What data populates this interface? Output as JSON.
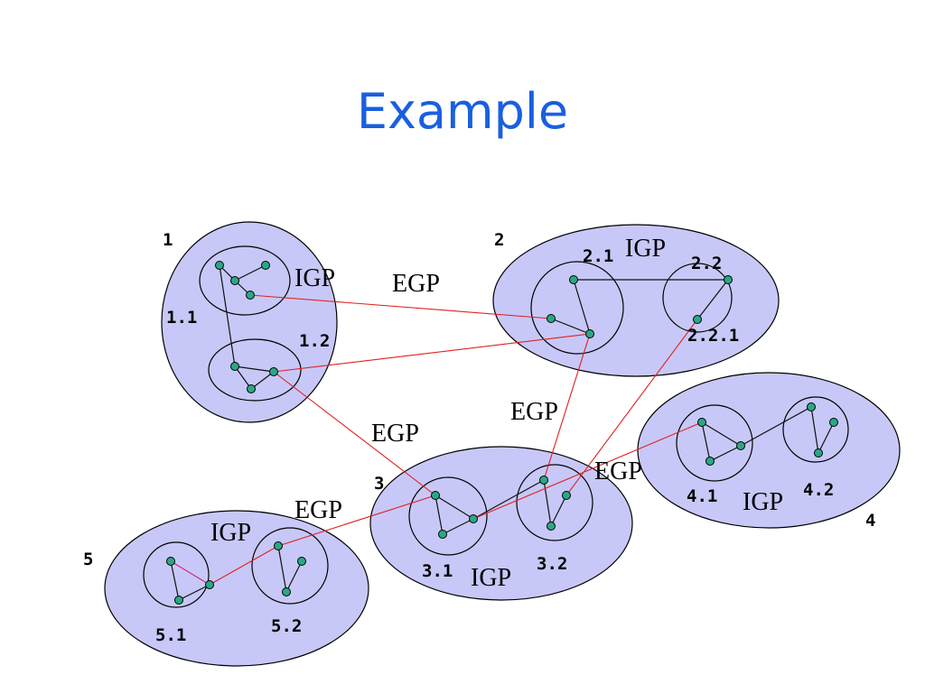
{
  "slide": {
    "title": "Example"
  },
  "colors": {
    "title": "#1a5fe0",
    "as_fill": "#c8c8f8",
    "router_fill": "#2aa886",
    "egp_link": "#e02020",
    "igp_link": "#101010"
  },
  "autonomous_systems": [
    {
      "id": "1",
      "label": "1",
      "subnets": [
        "1.1",
        "1.2"
      ]
    },
    {
      "id": "2",
      "label": "2",
      "subnets": [
        "2.1",
        "2.2",
        "2.2.1"
      ]
    },
    {
      "id": "3",
      "label": "3",
      "subnets": [
        "3.1",
        "3.2"
      ]
    },
    {
      "id": "4",
      "label": "4",
      "subnets": [
        "4.1",
        "4.2"
      ]
    },
    {
      "id": "5",
      "label": "5",
      "subnets": [
        "5.1",
        "5.2"
      ]
    }
  ],
  "protocol_labels": {
    "igp": "IGP",
    "egp": "EGP"
  },
  "subnet_labels": {
    "s1_1": "1.1",
    "s1_2": "1.2",
    "s2_1": "2.1",
    "s2_2": "2.2",
    "s2_2_1": "2.2.1",
    "s3_1": "3.1",
    "s3_2": "3.2",
    "s4_1": "4.1",
    "s4_2": "4.2",
    "s5_1": "5.1",
    "s5_2": "5.2"
  }
}
